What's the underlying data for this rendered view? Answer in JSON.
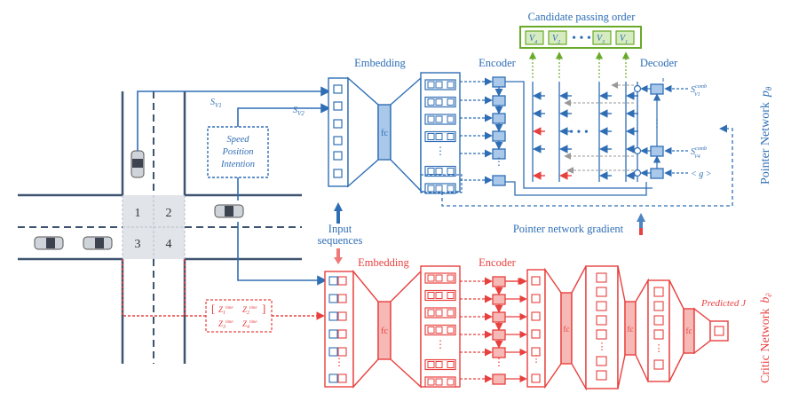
{
  "labels": {
    "candidate_title": "Candidate passing order",
    "candidate_nodes": [
      "V",
      "V",
      "V",
      "V"
    ],
    "candidate_subs": [
      "4",
      "2",
      "3",
      "1"
    ],
    "ellipsis": "…",
    "embedding_top": "Embedding",
    "encoder_top": "Encoder",
    "decoder_top": "Decoder",
    "embedding_bottom": "Embedding",
    "encoder_bottom": "Encoder",
    "fc": "fc",
    "input_sequences_line1": "Input",
    "input_sequences_line2": "sequences",
    "pointer_gradient": "Pointer network gradient",
    "predicted_j": "Predicted J",
    "state_box": [
      "Speed",
      "Position",
      "Intention"
    ],
    "s_v1": "S",
    "s_v1_sub": "V1",
    "s_v2": "S",
    "s_v2_sub": "V2",
    "decoder_in_top": "S",
    "decoder_in_top_sub": "V1",
    "decoder_in_top_sup": "comb",
    "decoder_in_mid": "S",
    "decoder_in_mid_sub": "V4",
    "decoder_in_mid_sup": "comb",
    "decoder_in_g": "< g >",
    "zone_matrix": [
      "Z",
      "Z",
      "Z",
      "Z"
    ],
    "zone_subs": [
      "1",
      "2",
      "3",
      "4"
    ],
    "zone_sup": "time",
    "intersection_zones": [
      "1",
      "2",
      "3",
      "4"
    ],
    "pointer_network_side": "Pointer Network",
    "pointer_network_symbol": "p",
    "pointer_network_symbol_sub": "θ",
    "critic_network_side": "Critic Network",
    "critic_network_symbol": "b",
    "critic_network_symbol_sub": "∂"
  },
  "colors": {
    "blue": "#2f6eb5",
    "light_blue": "#a9c8ea",
    "red": "#e8403e",
    "light_red": "#f6b9b5",
    "green": "#6aaa2a",
    "light_green": "#d6ecc0",
    "road": "#3e5470",
    "zone_fill": "#e1e5ea"
  }
}
